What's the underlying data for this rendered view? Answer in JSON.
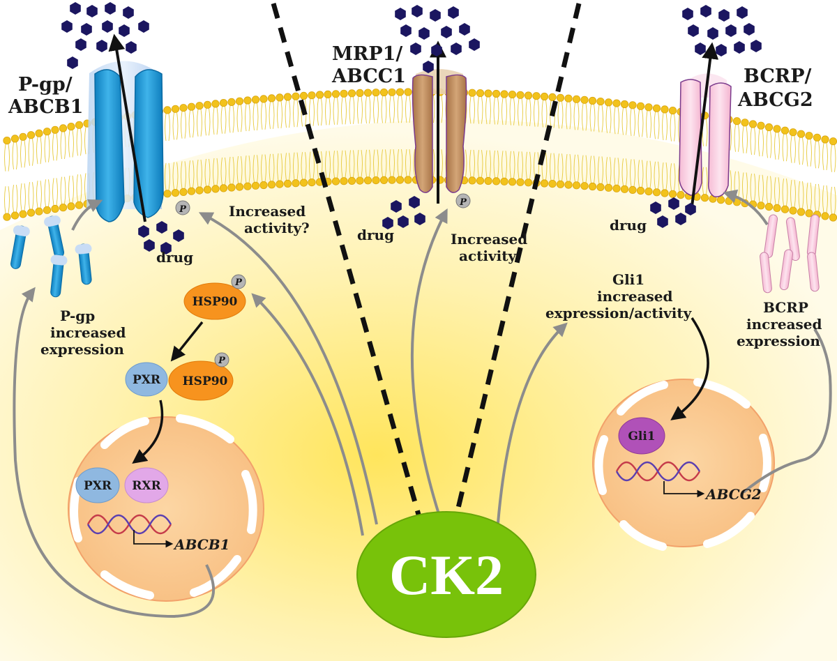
{
  "transporters": {
    "pgp": {
      "line1": "P-gp/",
      "line2": "ABCB1",
      "color": "#1f9ad6"
    },
    "mrp1": {
      "line1": "MRP1/",
      "line2": "ABCC1",
      "color": "#c8945e"
    },
    "bcrp": {
      "line1": "BCRP/",
      "line2": "ABCG2",
      "color": "#f6c6da"
    }
  },
  "labels": {
    "drug": "drug",
    "phospho": "P",
    "increased_activity_q_1": "Increased",
    "increased_activity_q_2": "activity?",
    "increased_activity_1": "Increased",
    "increased_activity_2": "activity",
    "pgp_expr_1": "P-gp",
    "pgp_expr_2": "increased",
    "pgp_expr_3": "expression",
    "bcrp_expr_1": "BCRP",
    "bcrp_expr_2": "increased",
    "bcrp_expr_3": "expression",
    "gli1_1": "Gli1",
    "gli1_2": "increased",
    "gli1_3": "expression/activity",
    "abcb1": "ABCB1",
    "abcg2": "ABCG2"
  },
  "proteins": {
    "hsp90": "HSP90",
    "pxr": "PXR",
    "rxr": "RXR",
    "gli1": "Gli1"
  },
  "kinase": {
    "name": "CK2",
    "color": "#78c20a"
  },
  "colors": {
    "membrane_head": "#f2c21c",
    "cytoplasm": "#fff1a8",
    "nucleus": "#fbc98f",
    "hsp90": "#f7931e",
    "pxr": "#8fb8e0",
    "rxr": "#e2a8e8",
    "gli1": "#b051b8",
    "drug": "#1b1660",
    "arrow_grey": "#8c8c8c"
  }
}
